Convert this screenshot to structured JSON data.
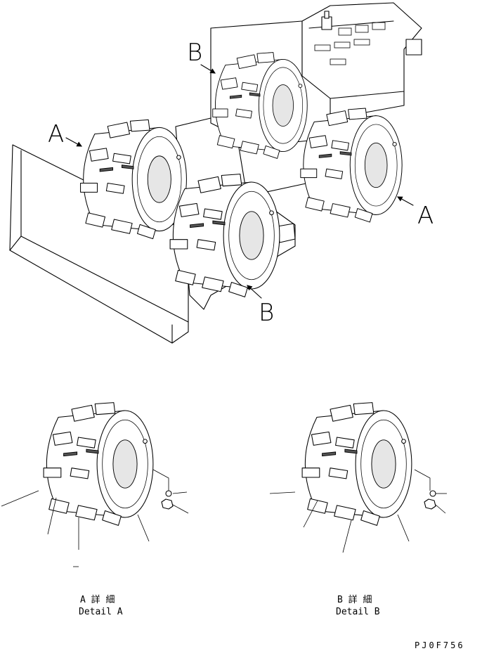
{
  "view_labels": {
    "a_left": "A",
    "a_right": "A",
    "b_top": "B",
    "b_bottom": "B"
  },
  "details": [
    {
      "jp": "A 詳 細",
      "en": "Detail A"
    },
    {
      "jp": "B 詳 細",
      "en": "Detail B"
    }
  ],
  "drawing_code": "PJ0F756"
}
